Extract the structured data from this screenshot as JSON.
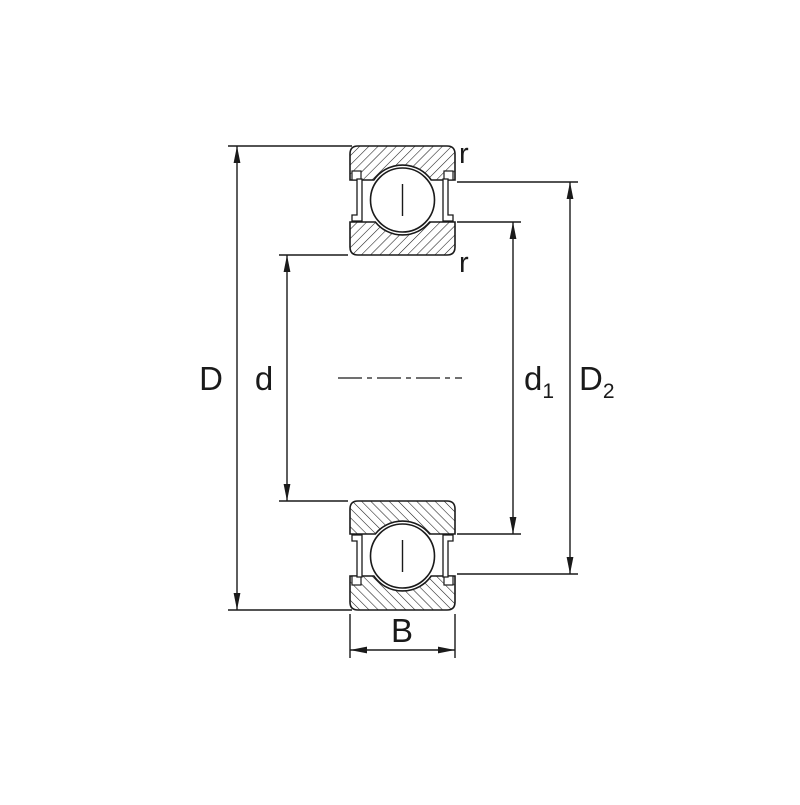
{
  "diagram": {
    "type": "bearing-cross-section-dimension-drawing",
    "description": "Deep groove ball bearing with shields (2Z), sectional dimension drawing",
    "dimension_labels": {
      "outer_diameter": "D",
      "bore_diameter": "d",
      "inner_shoulder_base": "d",
      "inner_shoulder_sub": "1",
      "outer_recess_base": "D",
      "outer_recess_sub": "2",
      "width": "B",
      "outer_corner_radius": "r",
      "inner_corner_radius": "r"
    },
    "colors": {
      "line": "#1a1a1a",
      "background": "#ffffff"
    }
  }
}
